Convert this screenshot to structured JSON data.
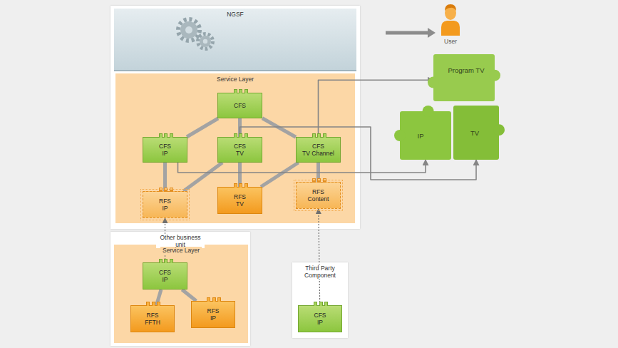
{
  "diagram": {
    "nodes": [
      {
        "text": [
          "NGSF"
        ]
      },
      {
        "text": [
          "Service Layer"
        ]
      },
      {
        "text": [
          "CFS"
        ],
        "in": 1
      },
      {
        "text": [
          "CFS",
          "IP"
        ],
        "in": 1
      },
      {
        "text": [
          "CFS",
          "TV"
        ],
        "in": 1
      },
      {
        "text": [
          "CFS",
          "TV Channel"
        ],
        "in": 1
      },
      {
        "text": [
          "RFS",
          "IP"
        ],
        "in": 1
      },
      {
        "text": [
          "RFS",
          "TV"
        ],
        "in": 1
      },
      {
        "text": [
          "RFS",
          "Content"
        ],
        "in": 1
      },
      {
        "text": [
          "Program TV"
        ]
      },
      {
        "text": [
          "IP"
        ]
      },
      {
        "text": [
          "TV"
        ]
      },
      {
        "text": [
          "Other business unit"
        ]
      },
      {
        "text": [
          "Service Layer"
        ],
        "in": 12
      },
      {
        "text": [
          "CFS",
          "IP"
        ],
        "in": 13
      },
      {
        "text": [
          "RFS",
          "FFTH"
        ],
        "in": 13
      },
      {
        "text": [
          "RFS",
          "IP"
        ],
        "in": 13
      },
      {
        "text": [
          "Third Party Component"
        ]
      },
      {
        "text": [
          "CFS",
          "IP"
        ],
        "in": 17
      }
    ],
    "edges": [
      {
        "from": 2,
        "to": 3,
        "arrow": "none"
      },
      {
        "from": 2,
        "to": 4,
        "arrow": "none"
      },
      {
        "from": 2,
        "to": 5,
        "arrow": "none"
      },
      {
        "from": 3,
        "to": 6,
        "arrow": "none"
      },
      {
        "from": 4,
        "to": 6,
        "arrow": "none"
      },
      {
        "from": 4,
        "to": 7,
        "arrow": "none"
      },
      {
        "from": 5,
        "to": 7,
        "arrow": "none"
      },
      {
        "from": 5,
        "to": 8,
        "arrow": "none"
      },
      {
        "from": 5,
        "to": 9,
        "arrow": "to"
      },
      {
        "from": 4,
        "to": 11,
        "arrow": "to"
      },
      {
        "from": 3,
        "to": 10,
        "arrow": "to"
      },
      {
        "from": 14,
        "to": 6,
        "arrow": "to"
      },
      {
        "from": 18,
        "to": 8,
        "arrow": "to"
      },
      {
        "from": 14,
        "to": 15,
        "arrow": "none"
      },
      {
        "from": 14,
        "to": 16,
        "arrow": "none"
      }
    ],
    "labels": [
      "User"
    ]
  }
}
